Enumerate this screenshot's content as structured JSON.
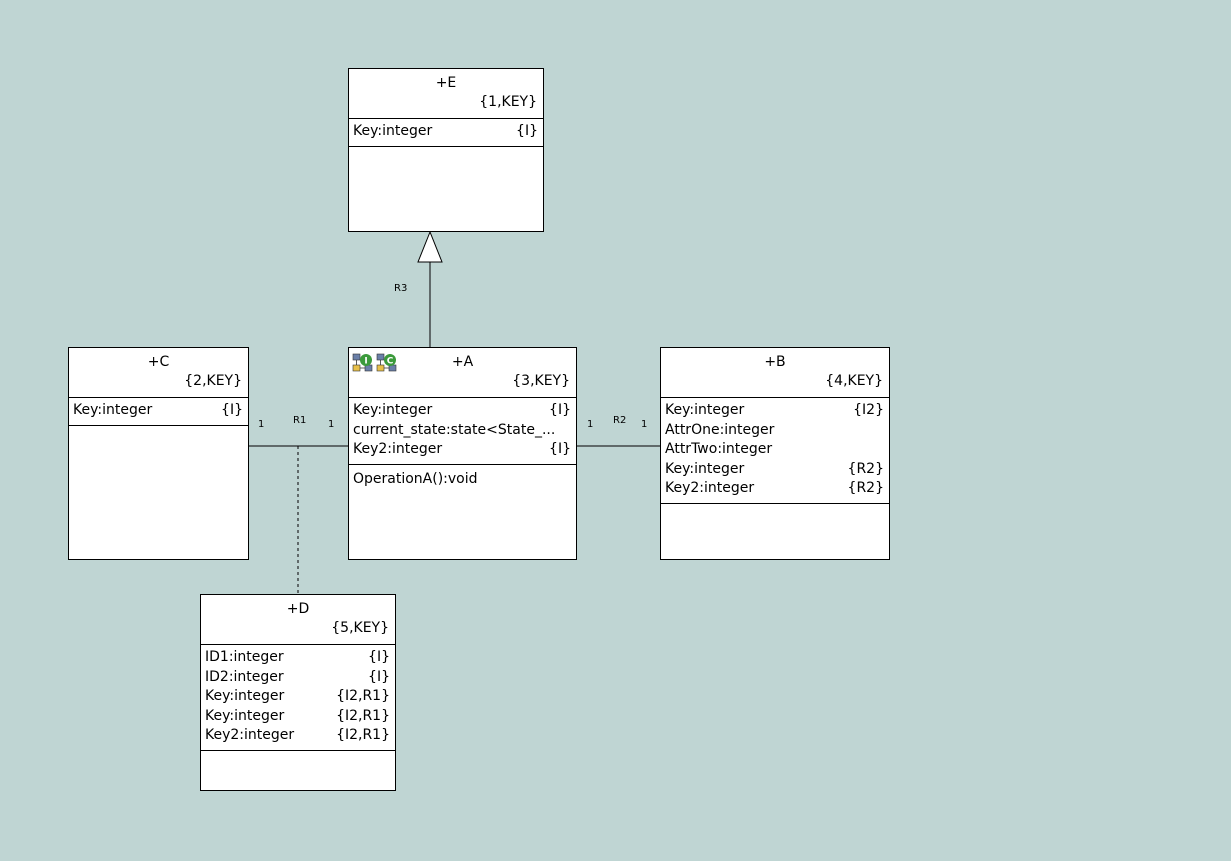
{
  "classes": {
    "E": {
      "name": "+E",
      "keyletters": "{1,KEY}",
      "attributes": [
        {
          "text": "Key:integer",
          "ref": "{I}"
        }
      ],
      "operations": []
    },
    "C": {
      "name": "+C",
      "keyletters": "{2,KEY}",
      "attributes": [
        {
          "text": "Key:integer",
          "ref": "{I}"
        }
      ],
      "operations": []
    },
    "A": {
      "name": "+A",
      "keyletters": "{3,KEY}",
      "attributes": [
        {
          "text": "Key:integer",
          "ref": "{I}"
        },
        {
          "text": "current_state:state<State_...",
          "ref": ""
        },
        {
          "text": "Key2:integer",
          "ref": "{I}"
        }
      ],
      "operations": [
        "OperationA():void"
      ]
    },
    "B": {
      "name": "+B",
      "keyletters": "{4,KEY}",
      "attributes": [
        {
          "text": "Key:integer",
          "ref": "{I2}"
        },
        {
          "text": "AttrOne:integer",
          "ref": ""
        },
        {
          "text": "AttrTwo:integer",
          "ref": ""
        },
        {
          "text": "Key:integer",
          "ref": "{R2}"
        },
        {
          "text": "Key2:integer",
          "ref": "{R2}"
        }
      ],
      "operations": []
    },
    "D": {
      "name": "+D",
      "keyletters": "{5,KEY}",
      "attributes": [
        {
          "text": "ID1:integer",
          "ref": "{I}"
        },
        {
          "text": "ID2:integer",
          "ref": "{I}"
        },
        {
          "text": "Key:integer",
          "ref": "{I2,R1}"
        },
        {
          "text": "Key:integer",
          "ref": "{I2,R1}"
        },
        {
          "text": "Key2:integer",
          "ref": "{I2,R1}"
        }
      ],
      "operations": []
    }
  },
  "associations": {
    "R1": {
      "label": "R1",
      "mult_left": "1",
      "mult_right": "1"
    },
    "R2": {
      "label": "R2",
      "mult_left": "1",
      "mult_right": "1"
    },
    "R3": {
      "label": "R3"
    }
  },
  "class_A_icons": [
    "instance-state-icon",
    "class-state-icon"
  ],
  "colors": {
    "background": "#bfd5d3",
    "icon_green": "#3b9a3b"
  }
}
